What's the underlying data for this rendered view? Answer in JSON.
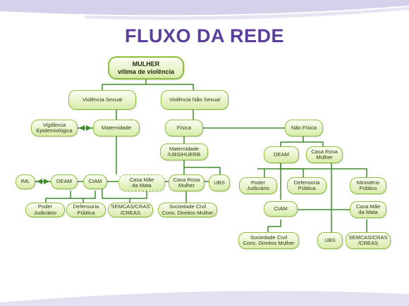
{
  "title": "FLUXO DA REDE",
  "nodes": {
    "root": "MULHER\nvítima de violência",
    "sexual": "Violência Sexual",
    "nao_sexual": "Violência Não Sexual",
    "vigilancia": "Vigilância\nEpidemiológica",
    "maternidade": "Maternidade",
    "fisica": "Física",
    "nao_fisica": "Não Física",
    "maternidade_ubs": "Maternidade\n/UBS/HUERB",
    "iml": "IML",
    "deam_left": "DEAM",
    "ciam_left": "CIAM",
    "casa_mae_left": "Casa Mãe\nda Mata",
    "casa_rosa_left": "Casa Rosa\nMulher",
    "ubs_left": "UBS",
    "poder_left": "Poder\nJudiciário",
    "defensoria_left": "Defensoria\nPública",
    "semcas_left": "SEMCAS/CRAS\n/CREAS",
    "sociedade_left": "Sociedade Civil\nCons. Direitos Mulher",
    "deam_right": "DEAM",
    "casa_rosa_right": "Casa Rosa\nMulher",
    "poder_right": "Poder\nJudiciário",
    "defensoria_right": "Defensoria\nPública",
    "ministerio": "Ministério\nPúblico",
    "ciam_right": "CIAM",
    "casa_mae_right": "Casa Mãe\nda Mata",
    "sociedade_right": "Sociedade Civil\nCons. Direitos Mulher",
    "ubs_right": "UBS",
    "semcas_right": "SEMCAS/CRAS\n/CREAS"
  },
  "colors": {
    "title": "#5a3e9c",
    "line": "#3f8a2c",
    "node_border": "#8cbf3a",
    "node_fill": "#d8ecaa"
  }
}
